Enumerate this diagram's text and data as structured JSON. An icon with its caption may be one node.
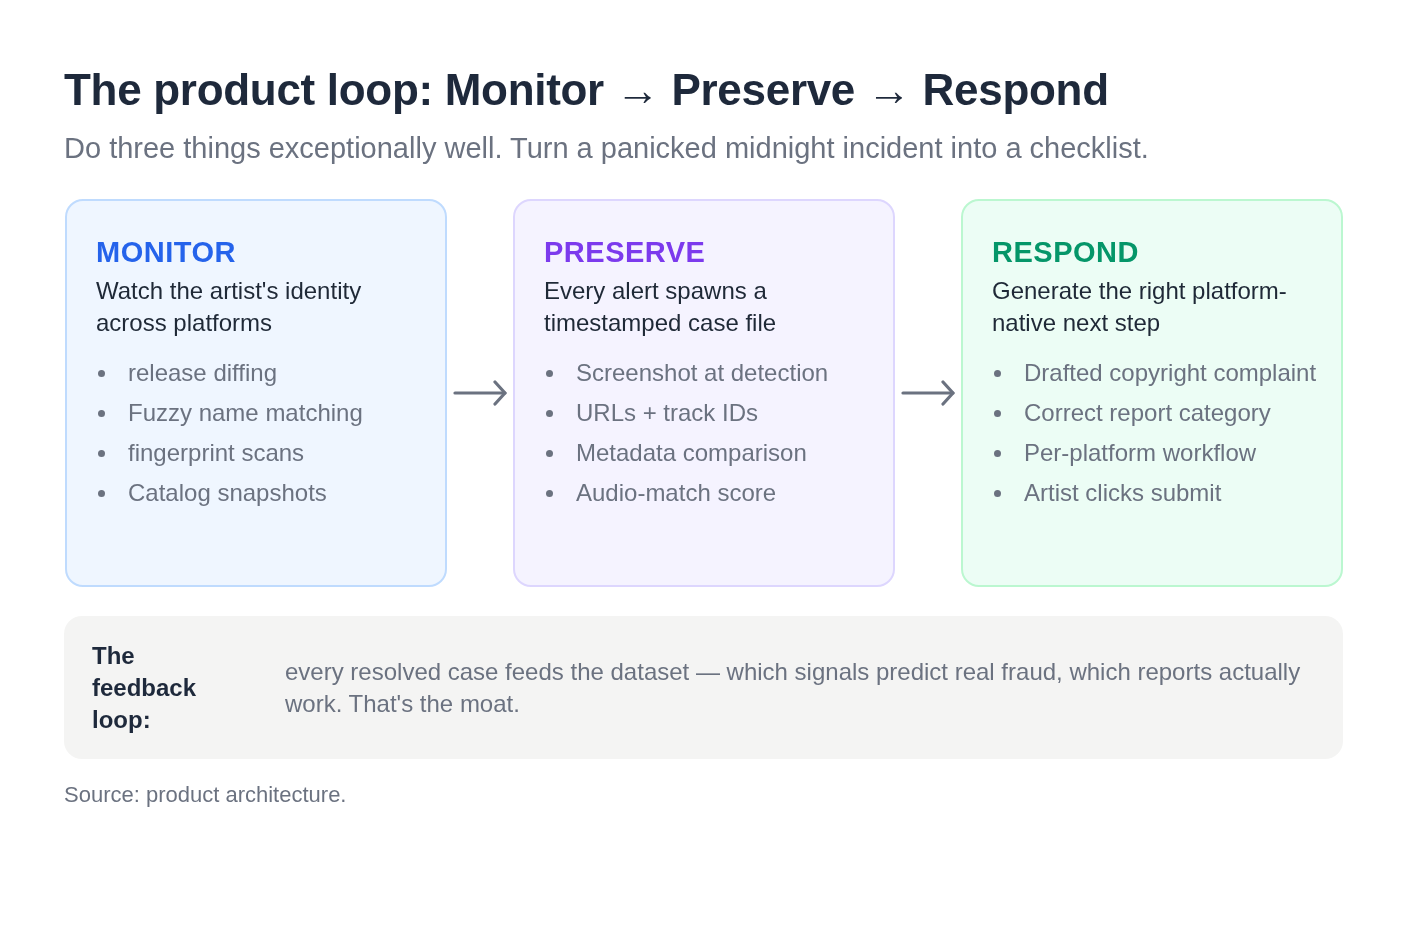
{
  "diagram": {
    "title": "The product loop: Monitor → Preserve → Respond",
    "caption": "Source: product architecture.",
    "labels": [
      "Do three things exceptionally well. Turn a panicked midnight incident into a checklist."
    ],
    "nodes": [
      {
        "text": [
          "MONITOR",
          "Watch the artist's identity across platforms",
          "release diffing",
          "Fuzzy name matching",
          "fingerprint scans",
          "Catalog snapshots"
        ]
      },
      {
        "text": [
          "PRESERVE",
          "Every alert spawns a timestamped case file",
          "Screenshot at detection",
          "URLs + track IDs",
          "Metadata comparison",
          "Audio-match score"
        ]
      },
      {
        "text": [
          "RESPOND",
          "Generate the right platform-native next step",
          "Drafted copyright complaint",
          "Correct report category",
          "Per-platform workflow",
          "Artist clicks submit"
        ]
      },
      {
        "text": [
          "The feedback loop:",
          "every resolved case feeds the dataset — which signals predict real fraud, which reports actually work. That's the moat."
        ]
      }
    ],
    "edges": [
      {
        "from": 0,
        "to": 1,
        "arrow": "to"
      },
      {
        "from": 1,
        "to": 2,
        "arrow": "to"
      }
    ]
  }
}
